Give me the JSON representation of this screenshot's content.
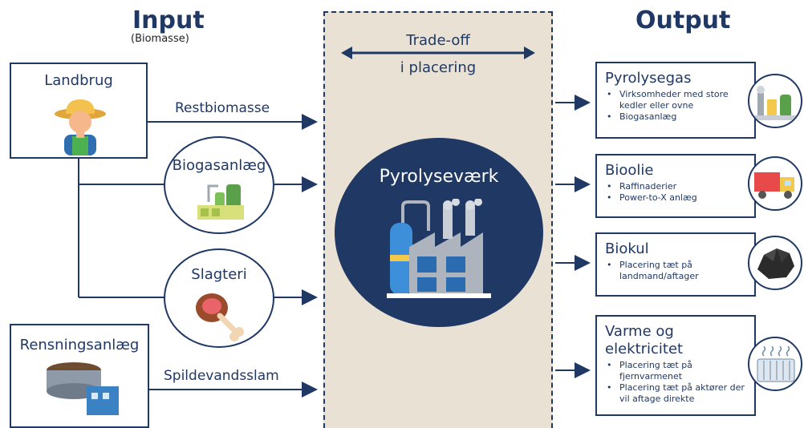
{
  "input": {
    "title": "Input",
    "subtitle": "(Biomasse)"
  },
  "output": {
    "title": "Output"
  },
  "tradeoff": {
    "line1": "Trade-off",
    "line2": "i placering"
  },
  "center": {
    "label": "Pyrolyseværk"
  },
  "sources": {
    "landbrug": "Landbrug",
    "rensning": "Rensningsanlæg",
    "biogas": "Biogasanlæg",
    "slagteri": "Slagteri"
  },
  "flows": {
    "restbiomasse": "Restbiomasse",
    "spildevand": "Spildevandsslam"
  },
  "outputs": [
    {
      "title": "Pyrolysegas",
      "bullets": [
        "Virksomheder med store kedler eller ovne",
        "Biogasanlæg"
      ],
      "icon": "factory-icon"
    },
    {
      "title": "Bioolie",
      "bullets": [
        "Raffinaderier",
        "Power-to-X anlæg"
      ],
      "icon": "truck-icon"
    },
    {
      "title": "Biokul",
      "bullets": [
        "Placering tæt på landmand/aftager"
      ],
      "icon": "coal-icon"
    },
    {
      "title": "Varme og elektricitet",
      "bullets": [
        "Placering tæt på fjernvarmenet",
        "Placering tæt på aktører der vil aftage direkte"
      ],
      "icon": "radiator-icon"
    }
  ],
  "colors": {
    "navy": "#1f3864",
    "band": "#e9e2d4",
    "circle": "#1f3864"
  }
}
